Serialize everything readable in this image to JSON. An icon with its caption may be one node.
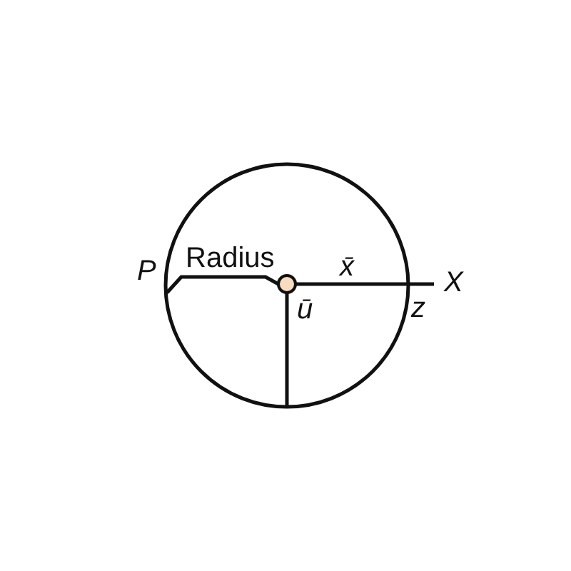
{
  "diagram": {
    "labels": [
      "P",
      "Radius",
      "x̄",
      "X",
      "ū",
      "z"
    ]
  }
}
